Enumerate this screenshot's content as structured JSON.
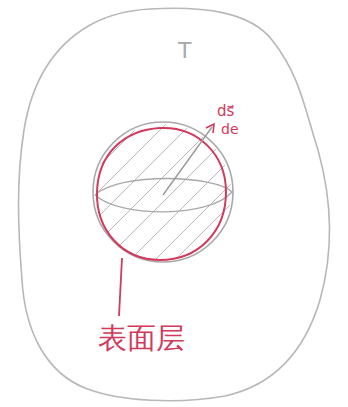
{
  "diagram": {
    "labels": [
      "T",
      "ds⃗",
      "de",
      "表面层"
    ]
  }
}
